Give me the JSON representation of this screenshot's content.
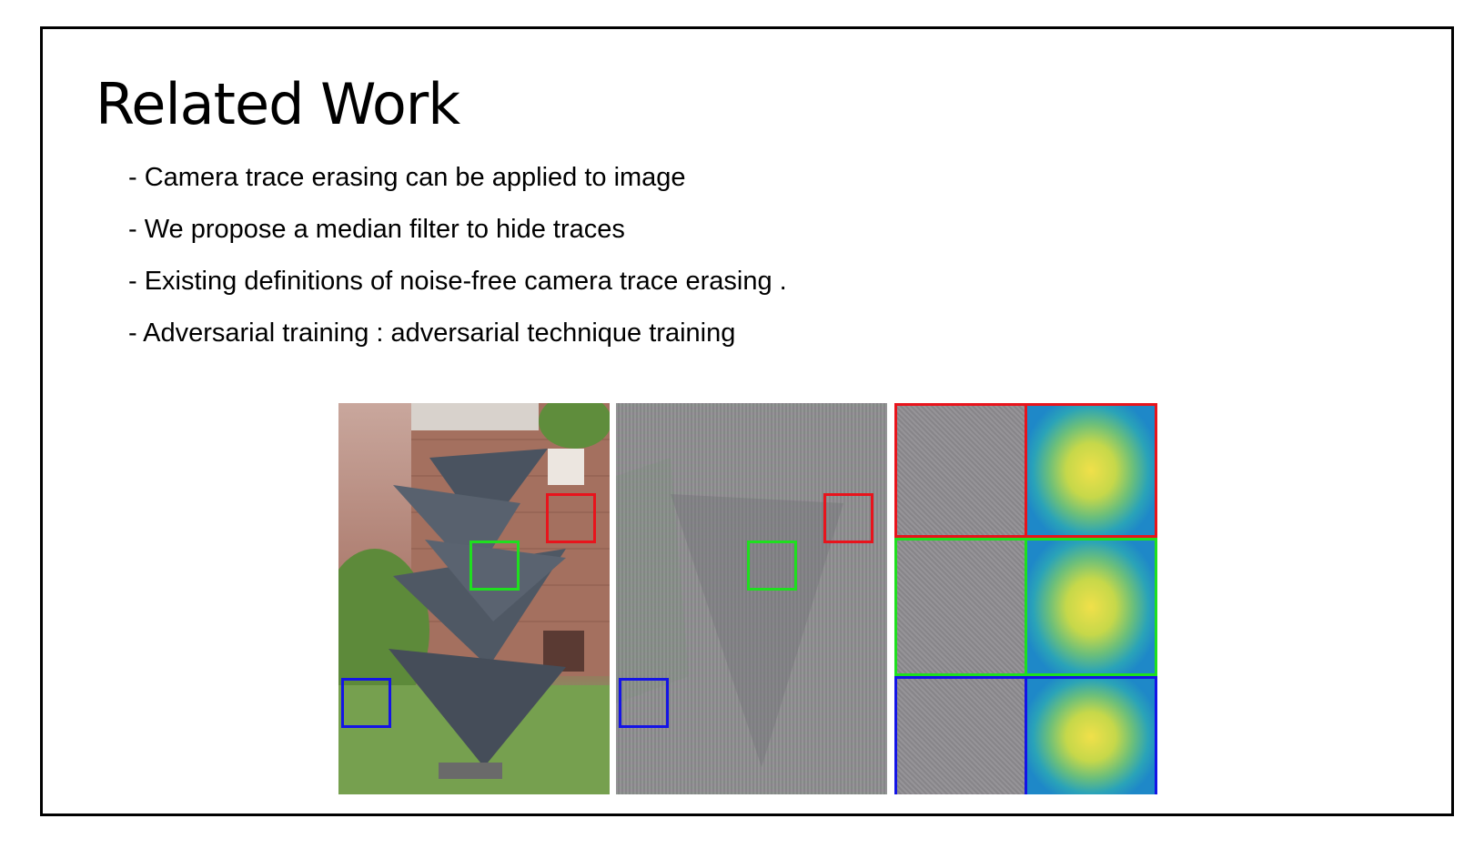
{
  "slide": {
    "title": "Related Work",
    "bullets": [
      "- Camera trace erasing can be applied to image",
      "- We propose a median filter to hide traces",
      "- Existing definitions of noise-free camera trace erasing .",
      "- Adversarial training : adversarial technique training"
    ]
  },
  "figure": {
    "box_colors": {
      "red": "#e8141c",
      "green": "#1fdf1f",
      "blue": "#1414e6"
    }
  }
}
